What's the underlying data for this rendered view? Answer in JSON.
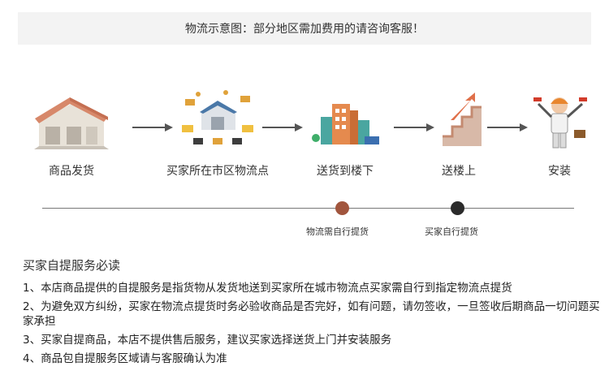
{
  "banner": {
    "text": "物流示意图：部分地区需加费用的请咨询客服！"
  },
  "steps": [
    {
      "label": "商品发货",
      "icon": "warehouse-icon"
    },
    {
      "label": "买家所在市区物流点",
      "icon": "logistics-hub-icon"
    },
    {
      "label": "送货到楼下",
      "icon": "city-buildings-icon"
    },
    {
      "label": "送楼上",
      "icon": "stairs-icon"
    },
    {
      "label": "安装",
      "icon": "installer-worker-icon"
    }
  ],
  "timeline": {
    "markers": [
      {
        "label": "物流需自行提货",
        "color": "#a1553d"
      },
      {
        "label": "买家自行提货",
        "color": "#2b2b2b"
      }
    ]
  },
  "notice": {
    "title": "买家自提服务必读",
    "items": [
      "1、本店商品提供的自提服务是指货物从发货地送到买家所在城市物流点买家需自行到指定物流点提货",
      "2、为避免双方纠纷，买家在物流点提货时务必验收商品是否完好，如有问题，请勿签收，一旦签收后期商品一切问题买家承担",
      "3、买家自提商品，本店不提供售后服务，建议买家选择送货上门并安装服务",
      "4、商品包自提服务区域请与客服确认为准"
    ]
  },
  "colors": {
    "accent": "#a1553d",
    "banner_bg": "#f3f3f3",
    "arrow": "#555555"
  }
}
